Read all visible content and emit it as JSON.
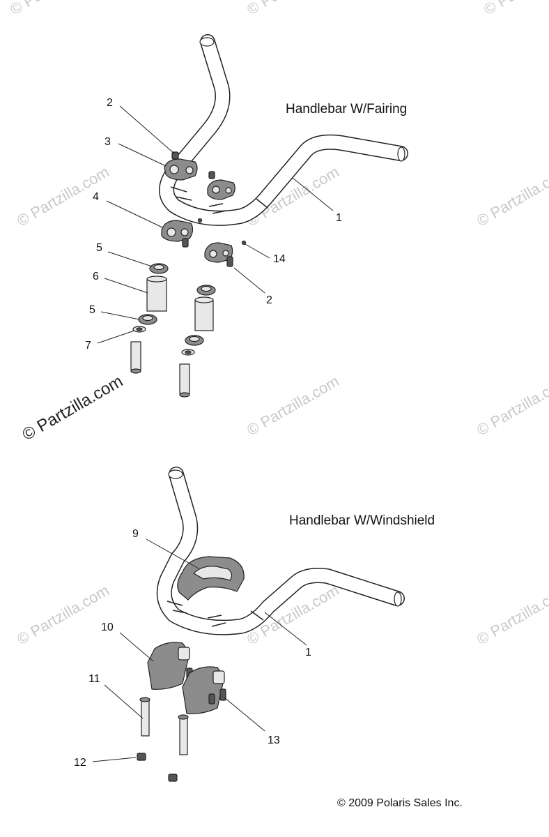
{
  "watermark": {
    "text": "© Partzilla.com",
    "strong_text": "© Partzilla.com"
  },
  "top_diagram": {
    "title": "Handlebar W/Fairing",
    "callouts": [
      "2",
      "3",
      "4",
      "5",
      "6",
      "5",
      "7",
      "1",
      "14",
      "2"
    ]
  },
  "bottom_diagram": {
    "title": "Handlebar W/Windshield",
    "callouts": [
      "9",
      "1",
      "10",
      "11",
      "12",
      "13"
    ]
  },
  "copyright": "© 2009 Polaris Sales Inc."
}
